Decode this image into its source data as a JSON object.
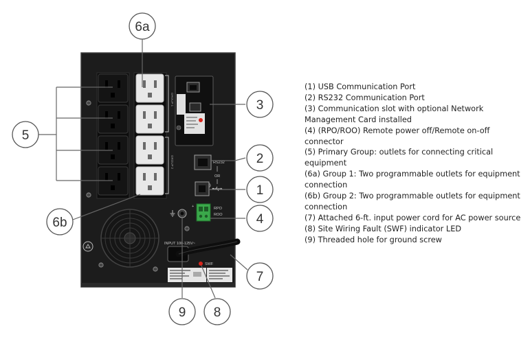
{
  "callouts": {
    "c1": "1",
    "c2": "2",
    "c3": "3",
    "c4": "4",
    "c5": "5",
    "c6a": "6a",
    "c6b": "6b",
    "c7": "7",
    "c8": "8",
    "c9": "9"
  },
  "panel_labels": {
    "group1": "GROUP 1",
    "group2": "GROUP 2",
    "rs232": "RS232",
    "or": "OR",
    "rpo": "RPO",
    "roo": "ROO",
    "input": "INPUT 100-125V~",
    "swf": "SWF"
  },
  "legend": [
    "(1) USB Communication Port",
    "(2) RS232 Communication Port",
    "(3) Communication slot with optional Network Management Card installed",
    "(4) (RPO/ROO) Remote power off/Remote on-off connector",
    "(5) Primary Group: outlets for connecting critical equipment",
    "(6a) Group 1: Two programmable outlets for equipment connection",
    "(6b) Group 2: Two programmable outlets for equipment connection",
    "(7) Attached 6-ft. input power cord for AC power source",
    "(8) Site Wiring Fault (SWF) indicator LED",
    "(9) Threaded hole for ground screw"
  ],
  "colors": {
    "panel": "#1c1c1c",
    "outlet_primary": "#111111",
    "outlet_group": "#e6e6e6",
    "connector_green": "#3aa84a",
    "swf_led": "#d9261c",
    "callout_stroke": "#555555"
  }
}
